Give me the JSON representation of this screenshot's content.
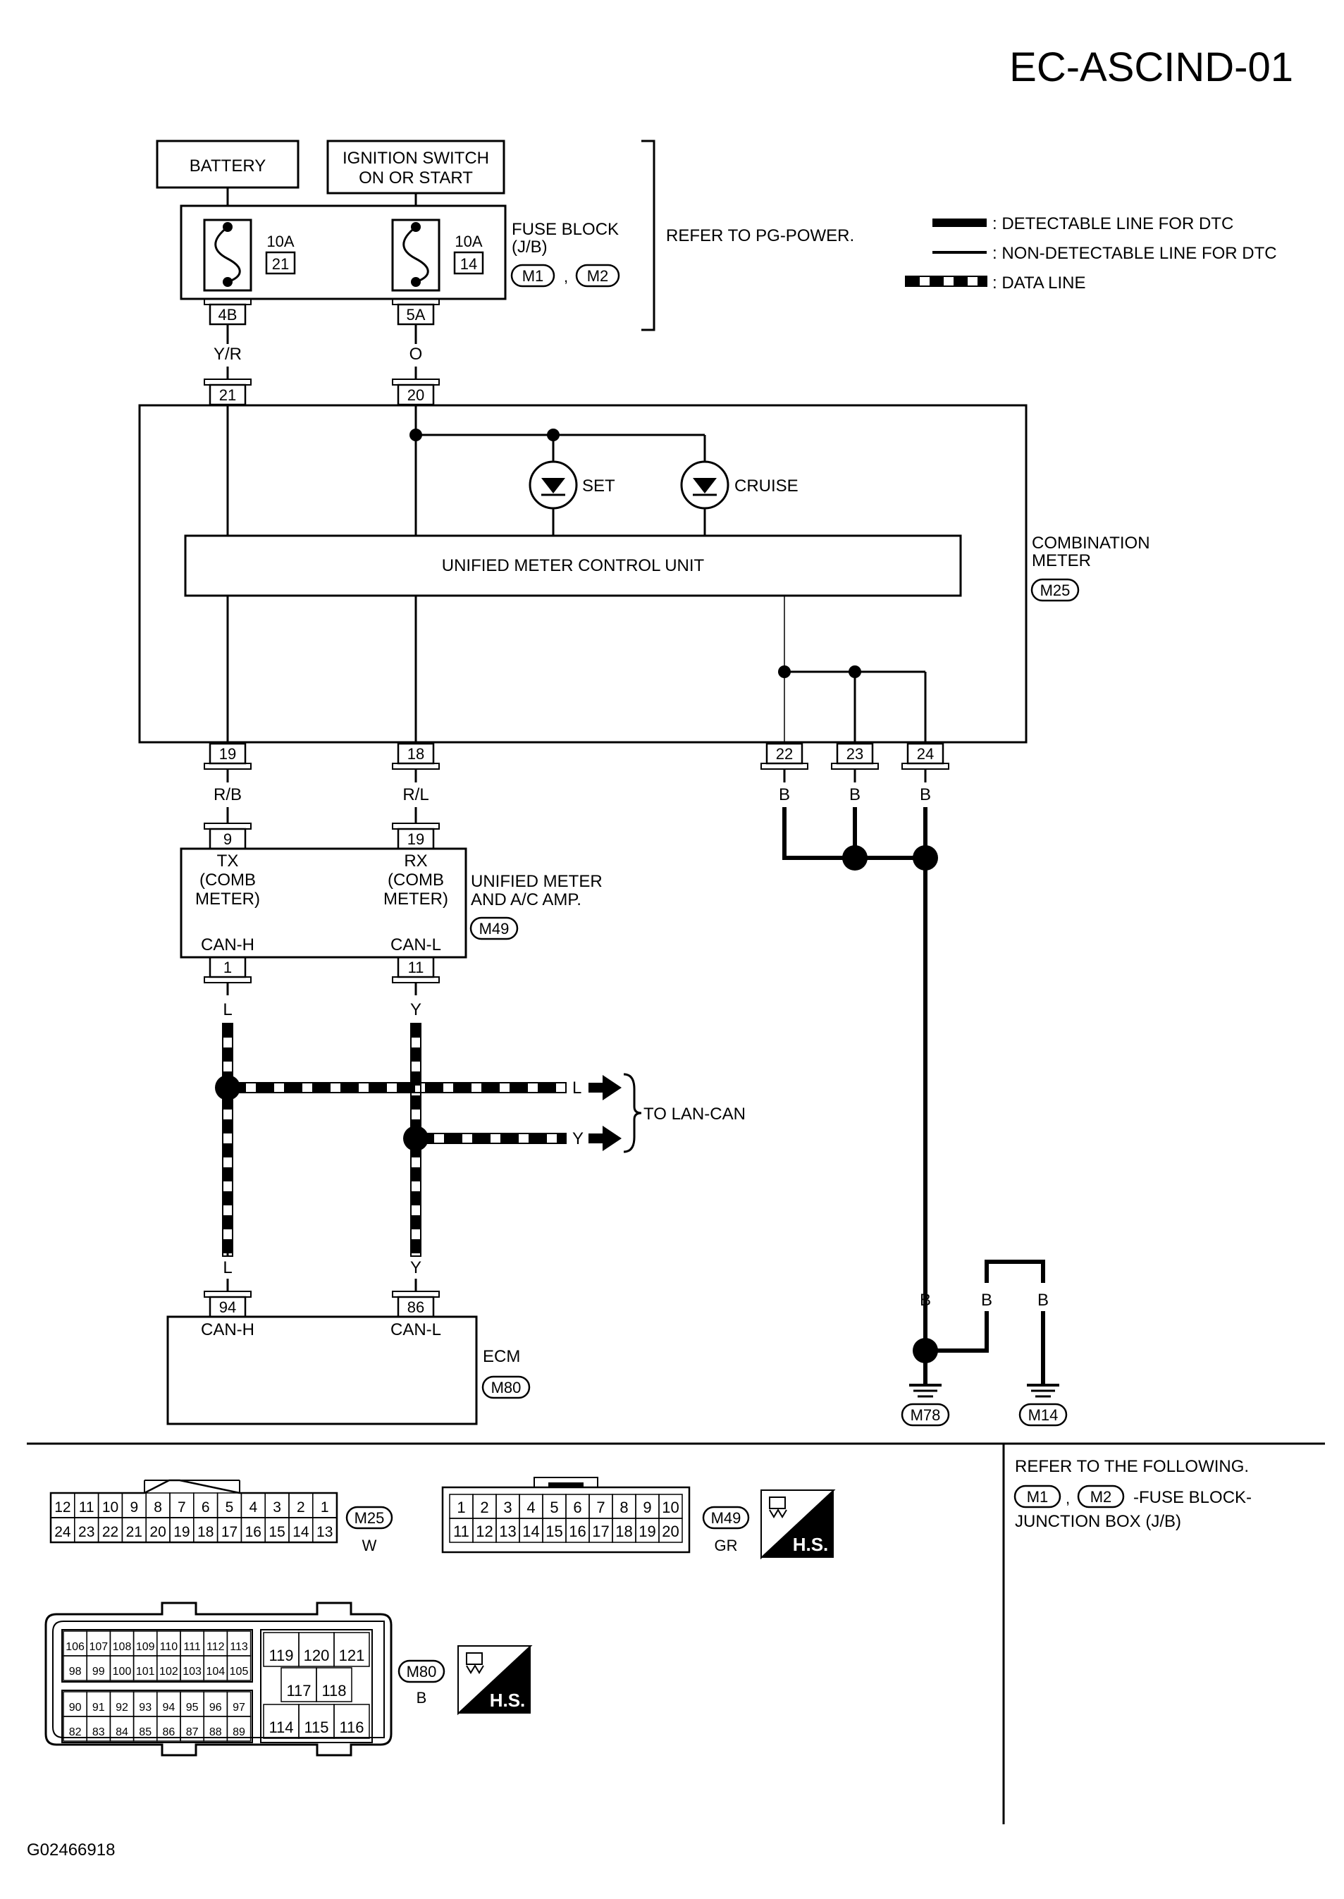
{
  "title": "EC-ASCIND-01",
  "figure_id": "G02466918",
  "supply": {
    "battery": "BATTERY",
    "ignition_line1": "IGNITION SWITCH",
    "ignition_line2": "ON OR START",
    "fuse_a_amp": "10A",
    "fuse_a_num": "21",
    "fuse_b_amp": "10A",
    "fuse_b_num": "14",
    "fuse_block_line1": "FUSE BLOCK",
    "fuse_block_line2": "(J/B)",
    "fuse_block_conn1": "M1",
    "fuse_block_conn2": "M2",
    "refer_power": "REFER TO PG-POWER.",
    "term_a": "4B",
    "term_b": "5A",
    "wire_a": "Y/R",
    "wire_b": "O"
  },
  "legend": {
    "detectable": ": DETECTABLE LINE FOR DTC",
    "non_detectable": ": NON-DETECTABLE LINE FOR DTC",
    "data_line": ": DATA LINE"
  },
  "meter": {
    "pin_21": "21",
    "pin_20": "20",
    "set": "SET",
    "cruise": "CRUISE",
    "control_unit": "UNIFIED METER CONTROL UNIT",
    "name_line1": "COMBINATION",
    "name_line2": "METER",
    "connector": "M25",
    "pin_19": "19",
    "pin_18": "18",
    "pin_22": "22",
    "pin_23": "23",
    "pin_24": "24"
  },
  "wires_mid": {
    "rb": "R/B",
    "rl": "R/L",
    "b22": "B",
    "b23": "B",
    "b24": "B"
  },
  "amp": {
    "pin_9": "9",
    "pin_19": "19",
    "tx_1": "TX",
    "tx_2": "(COMB",
    "tx_3": "METER)",
    "rx_1": "RX",
    "rx_2": "(COMB",
    "rx_3": "METER)",
    "name_line1": "UNIFIED METER",
    "name_line2": "AND A/C AMP.",
    "connector": "M49",
    "can_h": "CAN-H",
    "can_l": "CAN-L",
    "pin_1": "1",
    "pin_11": "11"
  },
  "can": {
    "l_top": "L",
    "y_top": "Y",
    "l_arrow": "L",
    "y_arrow": "Y",
    "to_lan": "TO LAN-CAN",
    "l_bottom": "L",
    "y_bottom": "Y"
  },
  "ecm": {
    "pin_94": "94",
    "pin_86": "86",
    "can_h": "CAN-H",
    "can_l": "CAN-L",
    "name": "ECM",
    "connector": "M80"
  },
  "ground": {
    "b1": "B",
    "b2": "B",
    "b3": "B",
    "m78": "M78",
    "m14": "M14"
  },
  "connectors": {
    "m25": {
      "top_row": [
        "12",
        "11",
        "10",
        "9",
        "8",
        "7",
        "6",
        "5",
        "4",
        "3",
        "2",
        "1"
      ],
      "bottom_row": [
        "24",
        "23",
        "22",
        "21",
        "20",
        "19",
        "18",
        "17",
        "16",
        "15",
        "14",
        "13"
      ],
      "name": "M25",
      "color": "W"
    },
    "m49": {
      "top_row": [
        "1",
        "2",
        "3",
        "4",
        "5",
        "6",
        "7",
        "8",
        "9",
        "10"
      ],
      "bottom_row": [
        "11",
        "12",
        "13",
        "14",
        "15",
        "16",
        "17",
        "18",
        "19",
        "20"
      ],
      "name": "M49",
      "color": "GR",
      "hs": "H.S."
    },
    "m80": {
      "row1": [
        "106",
        "107",
        "108",
        "109",
        "110",
        "111",
        "112",
        "113"
      ],
      "row2": [
        "98",
        "99",
        "100",
        "101",
        "102",
        "103",
        "104",
        "105"
      ],
      "row3": [
        "90",
        "91",
        "92",
        "93",
        "94",
        "95",
        "96",
        "97"
      ],
      "row4": [
        "82",
        "83",
        "84",
        "85",
        "86",
        "87",
        "88",
        "89"
      ],
      "r_row1": [
        "119",
        "120",
        "121"
      ],
      "r_row2": [
        "117",
        "118"
      ],
      "r_row3": [
        "114",
        "115",
        "116"
      ],
      "name": "M80",
      "color": "B",
      "hs": "H.S."
    }
  },
  "refer": {
    "line1": "REFER TO THE FOLLOWING.",
    "conn1": "M1",
    "conn2": "M2",
    "line2": "-FUSE BLOCK-",
    "line3": "JUNCTION BOX (J/B)"
  }
}
